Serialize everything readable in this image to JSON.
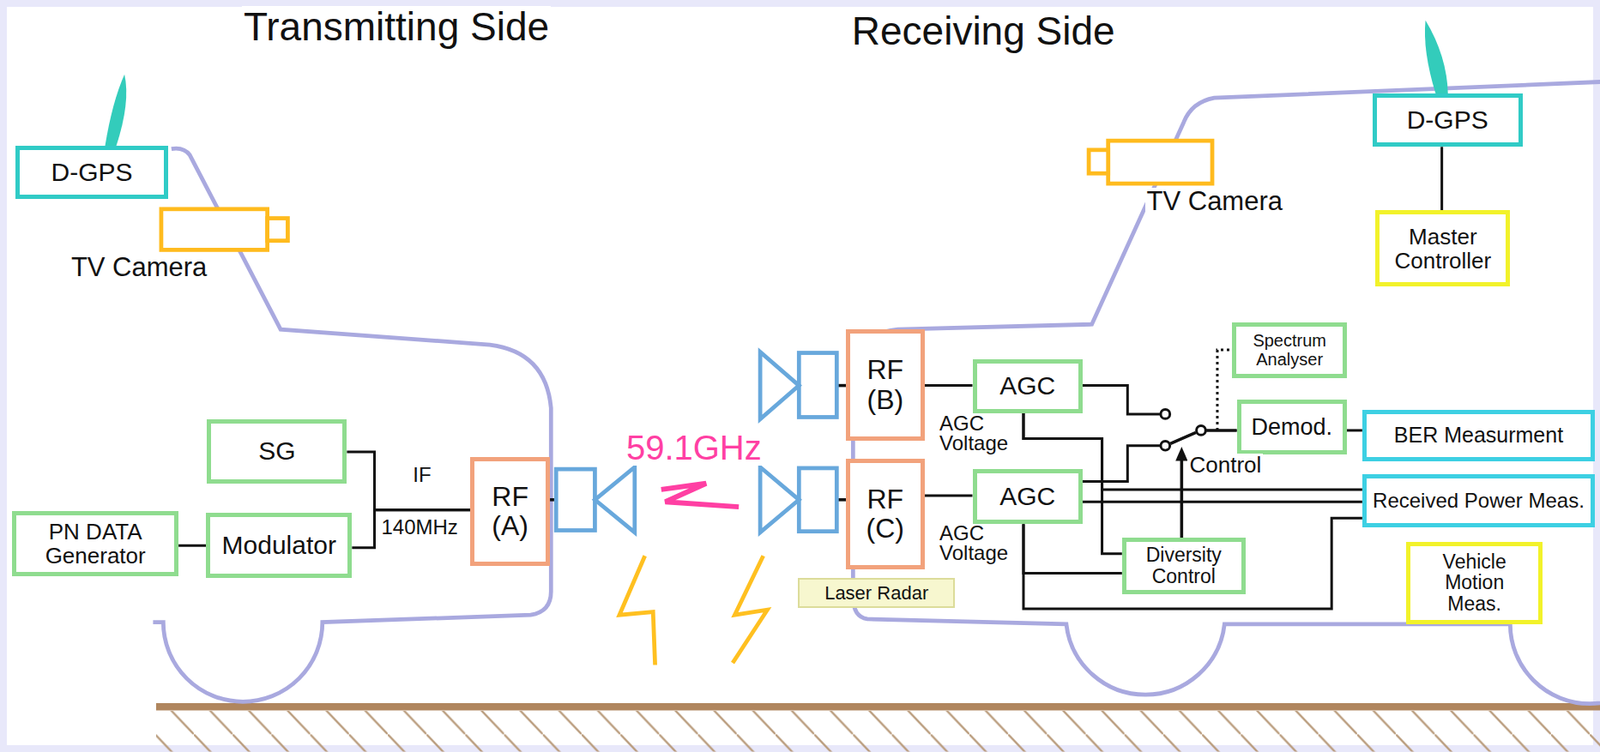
{
  "diagram": {
    "nodes": [
      {
        "text": [
          "D-GPS"
        ]
      },
      {
        "text": [
          "SG"
        ]
      },
      {
        "text": [
          "PN DATA Generator"
        ]
      },
      {
        "text": [
          "Modulator"
        ]
      },
      {
        "text": [
          "RF (A)"
        ]
      },
      {
        "text": [
          "D-GPS"
        ]
      },
      {
        "text": [
          "Master Controller"
        ]
      },
      {
        "text": [
          "RF (B)"
        ]
      },
      {
        "text": [
          "AGC"
        ]
      },
      {
        "text": [
          "Spectrum Analyser"
        ]
      },
      {
        "text": [
          "Demod."
        ]
      },
      {
        "text": [
          "BER Measurment"
        ]
      },
      {
        "text": [
          "RF (C)"
        ]
      },
      {
        "text": [
          "AGC"
        ]
      },
      {
        "text": [
          "Received Power Meas."
        ]
      },
      {
        "text": [
          "Diversity Control"
        ]
      },
      {
        "text": [
          "Laser Radar"
        ]
      },
      {
        "text": [
          "Vehicle Motion Meas."
        ]
      }
    ],
    "edges": [
      {
        "from": 2,
        "to": 3,
        "arrow": "none"
      },
      {
        "from": 1,
        "to": 4,
        "arrow": "none"
      },
      {
        "from": 3,
        "to": 4,
        "arrow": "none"
      },
      {
        "from": 5,
        "to": 6,
        "arrow": "none"
      },
      {
        "from": 7,
        "to": 8,
        "arrow": "none"
      },
      {
        "from": 12,
        "to": 13,
        "arrow": "none"
      },
      {
        "from": 8,
        "to": 10,
        "arrow": "none"
      },
      {
        "from": 13,
        "to": 10,
        "arrow": "none"
      },
      {
        "from": 10,
        "to": 9,
        "arrow": "none"
      },
      {
        "from": 10,
        "to": 11,
        "arrow": "none"
      },
      {
        "from": 8,
        "to": 15,
        "arrow": "none"
      },
      {
        "from": 8,
        "to": 14,
        "arrow": "none"
      },
      {
        "from": 13,
        "to": 14,
        "arrow": "none"
      },
      {
        "from": 13,
        "to": 15,
        "arrow": "none"
      },
      {
        "from": 13,
        "to": 14,
        "arrow": "none"
      }
    ],
    "labels": [
      "Transmitting Side",
      "Receiving Side",
      "TV Camera",
      "TV Camera",
      "IF",
      "140MHz",
      "59.1GHz",
      "AGC Voltage",
      "AGC Voltage",
      "Control"
    ]
  }
}
